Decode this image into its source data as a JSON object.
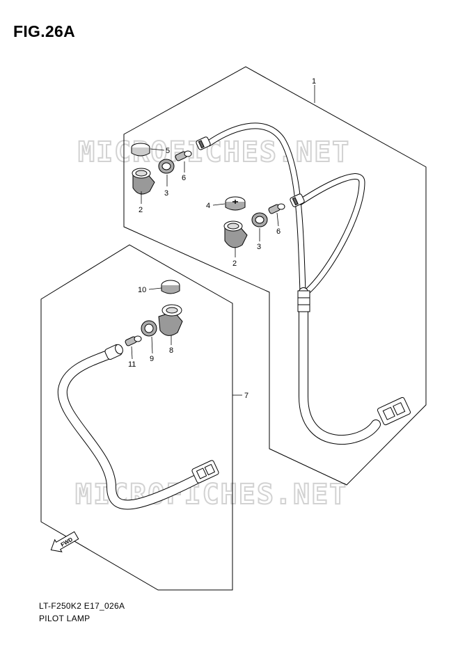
{
  "figure": {
    "title": "FIG.26A",
    "code": "LT-F250K2 E17_026A",
    "caption": "PILOT LAMP"
  },
  "watermark": {
    "text": "MICROFICHES.NET"
  },
  "direction_marker": {
    "text": "FWD"
  },
  "callouts": [
    {
      "id": "c1",
      "label": "1"
    },
    {
      "id": "c5",
      "label": "5"
    },
    {
      "id": "c6a",
      "label": "6"
    },
    {
      "id": "c3a",
      "label": "3"
    },
    {
      "id": "c2a",
      "label": "2"
    },
    {
      "id": "c4",
      "label": "4"
    },
    {
      "id": "c6b",
      "label": "6"
    },
    {
      "id": "c3b",
      "label": "3"
    },
    {
      "id": "c2b",
      "label": "2"
    },
    {
      "id": "c10",
      "label": "10"
    },
    {
      "id": "c8",
      "label": "8"
    },
    {
      "id": "c9",
      "label": "9"
    },
    {
      "id": "c11",
      "label": "11"
    },
    {
      "id": "c7",
      "label": "7"
    }
  ]
}
